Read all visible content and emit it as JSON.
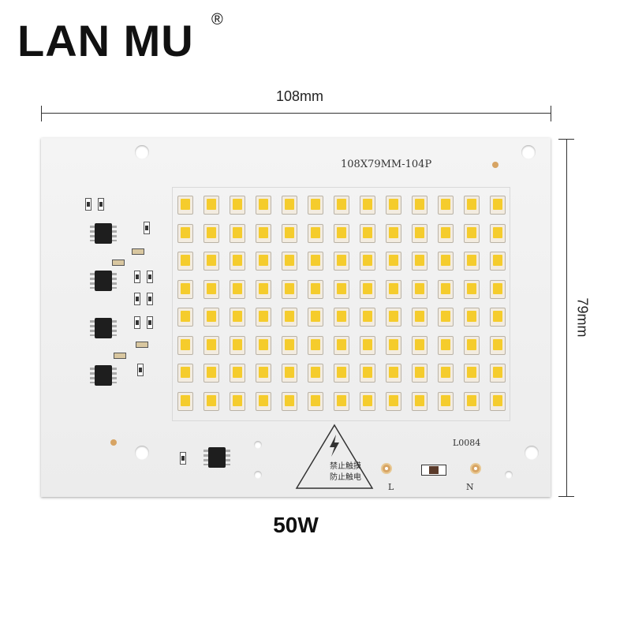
{
  "brand": {
    "name": "LAN MU",
    "registered_mark": "®"
  },
  "dimensions": {
    "width_label": "108mm",
    "height_label": "79mm"
  },
  "board": {
    "code": "108X79MM-104P",
    "model": "L0084",
    "terminal_left": "L",
    "terminal_right": "N",
    "warning_line1": "禁止触摸",
    "warning_line2": "防止触电",
    "led_rows": 8,
    "led_cols": 13,
    "led_color": "#f5cc2c",
    "pad_color": "#d7a464"
  },
  "power_label": "50W"
}
